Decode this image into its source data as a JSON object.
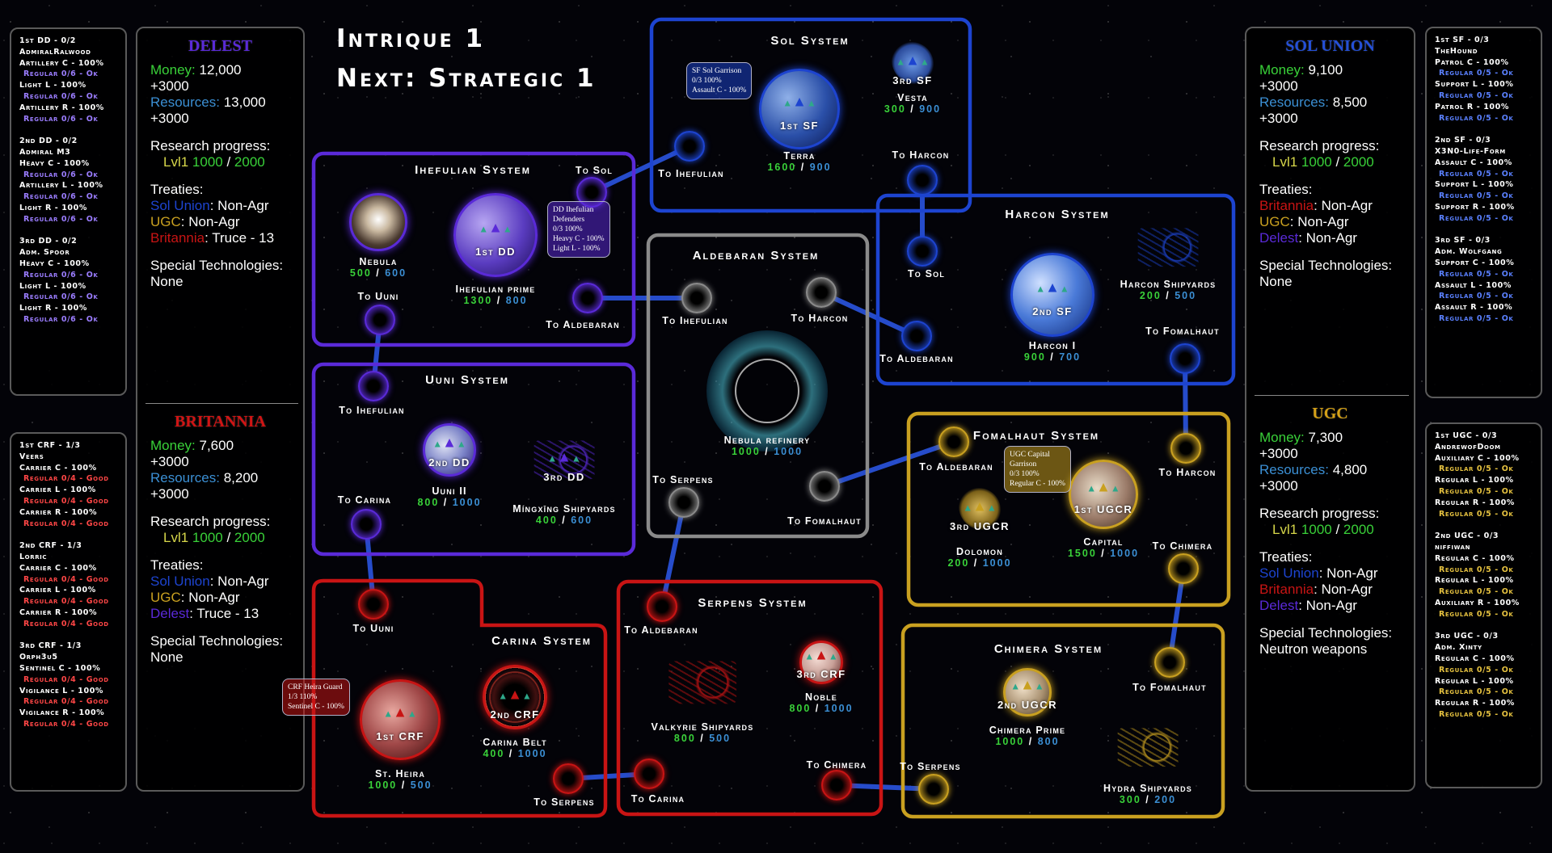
{
  "header": {
    "title": "Intrique 1",
    "next": "Next: Strategic 1"
  },
  "colors": {
    "delest": "#5a2ad8",
    "britannia": "#c81414",
    "sol_union": "#1d44d0",
    "ugc": "#c9a020",
    "neutral": "#8a8a8a",
    "prod": "#39d139",
    "cap": "#3b8fd4"
  },
  "factions": {
    "delest": {
      "name": "DELEST",
      "money_label": "Money:",
      "money": "12,000",
      "money_inc": "+3000",
      "resources_label": "Resources:",
      "resources": "13,000",
      "resources_inc": "+3000",
      "research_label": "Research progress:",
      "research_level": "Lvl1",
      "research_current": "1000",
      "research_total": "2000",
      "treaties_label": "Treaties:",
      "treaties": [
        {
          "party": "Sol Union",
          "status": "Non-Agr"
        },
        {
          "party": "UGC",
          "status": "Non-Agr"
        },
        {
          "party": "Britannia",
          "status": "Truce - 13"
        }
      ],
      "special_label": "Special Technologies:",
      "special": "None"
    },
    "britannia": {
      "name": "BRITANNIA",
      "money_label": "Money:",
      "money": "7,600",
      "money_inc": "+3000",
      "resources_label": "Resources:",
      "resources": "8,200",
      "resources_inc": "+3000",
      "research_label": "Research progress:",
      "research_level": "Lvl1",
      "research_current": "1000",
      "research_total": "2000",
      "treaties_label": "Treaties:",
      "treaties": [
        {
          "party": "Sol Union",
          "status": "Non-Agr"
        },
        {
          "party": "UGC",
          "status": "Non-Agr"
        },
        {
          "party": "Delest",
          "status": "Truce - 13"
        }
      ],
      "special_label": "Special Technologies:",
      "special": "None"
    },
    "sol_union": {
      "name": "SOL UNION",
      "money_label": "Money:",
      "money": "9,100",
      "money_inc": "+3000",
      "resources_label": "Resources:",
      "resources": "8,500",
      "resources_inc": "+3000",
      "research_label": "Research progress:",
      "research_level": "Lvl1",
      "research_current": "1000",
      "research_total": "2000",
      "treaties_label": "Treaties:",
      "treaties": [
        {
          "party": "Britannia",
          "status": "Non-Agr"
        },
        {
          "party": "UGC",
          "status": "Non-Agr"
        },
        {
          "party": "Delest",
          "status": "Non-Agr"
        }
      ],
      "special_label": "Special Technologies:",
      "special": "None"
    },
    "ugc": {
      "name": "UGC",
      "money_label": "Money:",
      "money": "7,300",
      "money_inc": "+3000",
      "resources_label": "Resources:",
      "resources": "4,800",
      "resources_inc": "+3000",
      "research_label": "Research progress:",
      "research_level": "Lvl1",
      "research_current": "1000",
      "research_total": "2000",
      "treaties_label": "Treaties:",
      "treaties": [
        {
          "party": "Sol Union",
          "status": "Non-Agr"
        },
        {
          "party": "Britannia",
          "status": "Non-Agr"
        },
        {
          "party": "Delest",
          "status": "Non-Agr"
        }
      ],
      "special_label": "Special Technologies:",
      "special": "Neutron weapons"
    }
  },
  "fleets": {
    "delest": [
      {
        "title": "1st DD - 0/2",
        "admiral": "AdmiralRalwood",
        "ships": [
          {
            "name": "Artillery C - 100%",
            "status": "Regular 0/6 - Ok"
          },
          {
            "name": "Light L - 100%",
            "status": "Regular 0/6 - Ok"
          },
          {
            "name": "Artillery R - 100%",
            "status": "Regular 0/6 - Ok"
          }
        ]
      },
      {
        "title": "2nd DD - 0/2",
        "admiral": "Admiral M3",
        "ships": [
          {
            "name": "Heavy C - 100%",
            "status": "Regular 0/6 - Ok"
          },
          {
            "name": "Artillery L - 100%",
            "status": "Regular 0/6 - Ok"
          },
          {
            "name": "Light R - 100%",
            "status": "Regular 0/6 - Ok"
          }
        ]
      },
      {
        "title": "3rd DD - 0/2",
        "admiral": "Adm. Spoor",
        "ships": [
          {
            "name": "Heavy C - 100%",
            "status": "Regular 0/6 - Ok"
          },
          {
            "name": "Light L - 100%",
            "status": "Regular 0/6 - Ok"
          },
          {
            "name": "Light R - 100%",
            "status": "Regular 0/6 - Ok"
          }
        ]
      }
    ],
    "britannia": [
      {
        "title": "1st CRF - 1/3",
        "admiral": "Veers",
        "ships": [
          {
            "name": "Carrier C - 100%",
            "status": "Regular 0/4 - Good"
          },
          {
            "name": "Carrier L - 100%",
            "status": "Regular 0/4 - Good"
          },
          {
            "name": "Carrier R - 100%",
            "status": "Regular 0/4 - Good"
          }
        ]
      },
      {
        "title": "2nd CRF - 1/3",
        "admiral": "Lorric",
        "ships": [
          {
            "name": "Carrier C - 100%",
            "status": "Regular 0/4 - Good"
          },
          {
            "name": "Carrier L - 100%",
            "status": "Regular 0/4 - Good"
          },
          {
            "name": "Carrier R - 100%",
            "status": "Regular 0/4 - Good"
          }
        ]
      },
      {
        "title": "3rd CRF - 1/3",
        "admiral": "Orph3u5",
        "ships": [
          {
            "name": "Sentinel C - 100%",
            "status": "Regular 0/4 - Good"
          },
          {
            "name": "Vigilance L - 100%",
            "status": "Regular 0/4 - Good"
          },
          {
            "name": "Vigilance R - 100%",
            "status": "Regular 0/4 - Good"
          }
        ]
      }
    ],
    "sol_union": [
      {
        "title": "1st SF - 0/3",
        "admiral": "TheHound",
        "ships": [
          {
            "name": "Patrol C - 100%",
            "status": "Regular 0/5 - Ok"
          },
          {
            "name": "Support L - 100%",
            "status": "Regular 0/5 - Ok"
          },
          {
            "name": "Patrol R - 100%",
            "status": "Regular 0/5 - Ok"
          }
        ]
      },
      {
        "title": "2nd SF - 0/3",
        "admiral": "X3N0-Life-Form",
        "ships": [
          {
            "name": "Assault C - 100%",
            "status": "Regular 0/5 - Ok"
          },
          {
            "name": "Support L - 100%",
            "status": "Regular 0/5 - Ok"
          },
          {
            "name": "Support R - 100%",
            "status": "Regular 0/5 - Ok"
          }
        ]
      },
      {
        "title": "3rd SF - 0/3",
        "admiral": "Adm. Wolfgang",
        "ships": [
          {
            "name": "Support C - 100%",
            "status": "Regular 0/5 - Ok"
          },
          {
            "name": "Assault L - 100%",
            "status": "Regular 0/5 - Ok"
          },
          {
            "name": "Assault R - 100%",
            "status": "Regular 0/5 - Ok"
          }
        ]
      }
    ],
    "ugc": [
      {
        "title": "1st UGC - 0/3",
        "admiral": "AndrewofDoom",
        "ships": [
          {
            "name": "Auxiliary C - 100%",
            "status": "Regular 0/5 - Ok"
          },
          {
            "name": "Regular L - 100%",
            "status": "Regular 0/5 - Ok"
          },
          {
            "name": "Regular R - 100%",
            "status": "Regular 0/5 - Ok"
          }
        ]
      },
      {
        "title": "2nd UGC - 0/3",
        "admiral": "niffiwan",
        "ships": [
          {
            "name": "Regular C - 100%",
            "status": "Regular 0/5 - Ok"
          },
          {
            "name": "Regular L - 100%",
            "status": "Regular 0/5 - Ok"
          },
          {
            "name": "Auxiliary R - 100%",
            "status": "Regular 0/5 - Ok"
          }
        ]
      },
      {
        "title": "3rd UGC - 0/3",
        "admiral": "Adm. Xinty",
        "ships": [
          {
            "name": "Regular C - 100%",
            "status": "Regular 0/5 - Ok"
          },
          {
            "name": "Regular L - 100%",
            "status": "Regular 0/5 - Ok"
          },
          {
            "name": "Regular R - 100%",
            "status": "Regular 0/5 - Ok"
          }
        ]
      }
    ]
  },
  "systems": {
    "sol": {
      "title": "Sol System",
      "owner": "sol_union",
      "warps": [
        "To Ihefulian",
        "To Harcon"
      ],
      "planets": [
        {
          "name": "Terra",
          "prod": "1600",
          "cap": "900",
          "fleet": "1st SF"
        },
        {
          "name": "Vesta",
          "prod": "300",
          "cap": "900",
          "fleet": "3rd SF"
        }
      ],
      "garrisons": [
        [
          "SF Sol Garrison",
          "0/3 100%",
          "Assault C - 100%"
        ]
      ]
    },
    "ihefulian": {
      "title": "Ihefulian System",
      "owner": "delest",
      "warps": [
        "To Sol",
        "To Uuni",
        "To Aldebaran"
      ],
      "planets": [
        {
          "name": "Nebula",
          "prod": "500",
          "cap": "600",
          "fleet": ""
        },
        {
          "name": "Ihefulian prime",
          "prod": "1300",
          "cap": "800",
          "fleet": "1st DD"
        }
      ],
      "garrisons": [
        [
          "DD Ihefulian",
          "Defenders",
          "0/3 100%",
          "Heavy C - 100%",
          "Light L - 100%"
        ]
      ]
    },
    "aldebaran": {
      "title": "Aldebaran System",
      "owner": "neutral",
      "warps": [
        "To Ihefulian",
        "To Harcon",
        "To Serpens",
        "To Fomalhaut"
      ],
      "planets": [
        {
          "name": "Nebula refinery",
          "prod": "1000",
          "cap": "1000",
          "fleet": ""
        }
      ],
      "garrisons": []
    },
    "harcon": {
      "title": "Harcon System",
      "owner": "sol_union",
      "warps": [
        "To Sol",
        "To Aldebaran",
        "To Fomalhaut"
      ],
      "planets": [
        {
          "name": "Harcon I",
          "prod": "900",
          "cap": "700",
          "fleet": "2nd SF"
        },
        {
          "name": "Harcon Shipyards",
          "prod": "200",
          "cap": "500",
          "fleet": ""
        }
      ],
      "garrisons": []
    },
    "uuni": {
      "title": "Uuni System",
      "owner": "delest",
      "warps": [
        "To Ihefulian",
        "To Carina"
      ],
      "planets": [
        {
          "name": "Uuni II",
          "prod": "800",
          "cap": "1000",
          "fleet": "2nd DD"
        },
        {
          "name": "Míngxīng Shipyards",
          "prod": "400",
          "cap": "600",
          "fleet": "3rd DD"
        }
      ],
      "garrisons": []
    },
    "fomalhaut": {
      "title": "Fomalhaut System",
      "owner": "ugc",
      "warps": [
        "To Aldebaran",
        "To Harcon",
        "To Chimera"
      ],
      "planets": [
        {
          "name": "Capital",
          "prod": "1500",
          "cap": "1000",
          "fleet": "1st UGCR"
        },
        {
          "name": "Dolomon",
          "prod": "200",
          "cap": "1000",
          "fleet": "3rd UGCR"
        }
      ],
      "garrisons": [
        [
          "UGC Capital",
          "Garrison",
          "0/3 100%",
          "Regular C - 100%"
        ]
      ]
    },
    "chimera": {
      "title": "Chimera System",
      "owner": "ugc",
      "warps": [
        "To Fomalhaut",
        "To Serpens"
      ],
      "planets": [
        {
          "name": "Chimera Prime",
          "prod": "1000",
          "cap": "800",
          "fleet": "2nd UGCR"
        },
        {
          "name": "Hydra Shipyards",
          "prod": "300",
          "cap": "200",
          "fleet": ""
        }
      ],
      "garrisons": []
    },
    "carina": {
      "title": "Carina System",
      "owner": "britannia",
      "warps": [
        "To Uuni",
        "To Serpens"
      ],
      "planets": [
        {
          "name": "St. Heira",
          "prod": "1000",
          "cap": "500",
          "fleet": "1st CRF"
        },
        {
          "name": "Carina Belt",
          "prod": "400",
          "cap": "1000",
          "fleet": "2nd CRF"
        }
      ],
      "garrisons": [
        [
          "CRF Heira Guard",
          "1/3 110%",
          "Sentinel  C - 100%"
        ]
      ]
    },
    "serpens": {
      "title": "Serpens System",
      "owner": "britannia",
      "warps": [
        "To Aldebaran",
        "To Carina",
        "To Chimera"
      ],
      "planets": [
        {
          "name": "Noble",
          "prod": "800",
          "cap": "1000",
          "fleet": "3rd CRF"
        },
        {
          "name": "Valkyrie Shipyards",
          "prod": "800",
          "cap": "500",
          "fleet": ""
        }
      ],
      "garrisons": []
    }
  }
}
